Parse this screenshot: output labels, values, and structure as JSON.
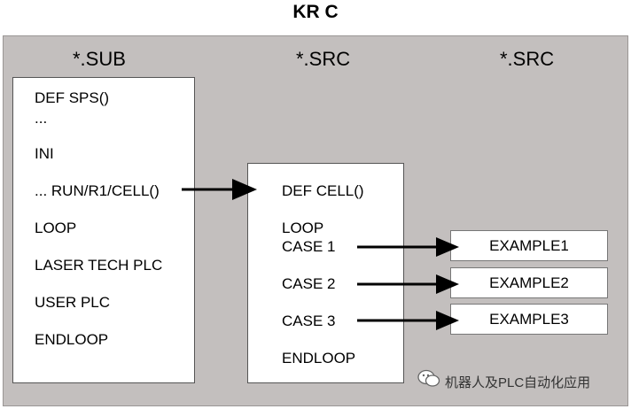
{
  "title": "KR C",
  "columns": {
    "sub": "*.SUB",
    "src1": "*.SRC",
    "src2": "*.SRC"
  },
  "sub_box": {
    "lines": [
      "DEF SPS()",
      "...",
      "INI",
      "... RUN/R1/CELL()",
      "LOOP",
      "LASER TECH PLC",
      "USER PLC",
      "ENDLOOP"
    ]
  },
  "cell_box": {
    "lines": [
      "DEF CELL()",
      "LOOP",
      "CASE 1",
      "CASE 2",
      "CASE 3",
      "ENDLOOP"
    ]
  },
  "examples": [
    "EXAMPLE1",
    "EXAMPLE2",
    "EXAMPLE3"
  ],
  "watermark": "机器人及PLC自动化应用",
  "colors": {
    "panel": "#c3bfbe",
    "box_fill": "#ffffff",
    "arrow": "#000000"
  }
}
